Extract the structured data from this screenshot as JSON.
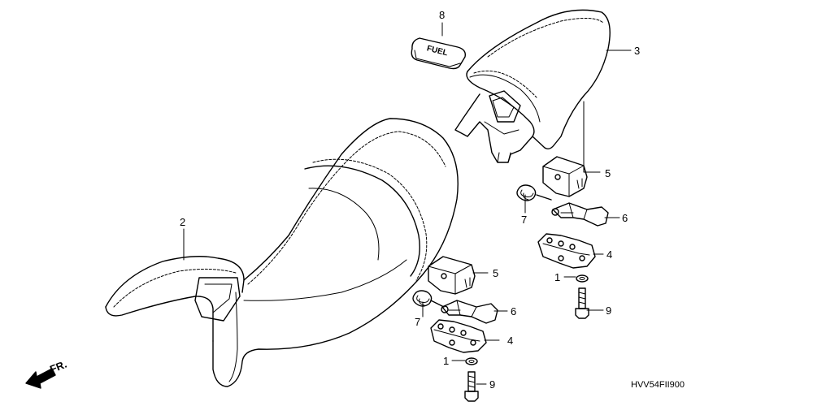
{
  "diagram": {
    "code": "HVV54FII900",
    "direction_label": "FR.",
    "decal_text": "FUEL",
    "callouts": [
      {
        "id": "c8",
        "text": "8"
      },
      {
        "id": "c3",
        "text": "3"
      },
      {
        "id": "c2",
        "text": "2"
      },
      {
        "id": "c5a",
        "text": "5"
      },
      {
        "id": "c7a",
        "text": "7"
      },
      {
        "id": "c6a",
        "text": "6"
      },
      {
        "id": "c4a",
        "text": "4"
      },
      {
        "id": "c1a",
        "text": "1"
      },
      {
        "id": "c9a",
        "text": "9"
      },
      {
        "id": "c5b",
        "text": "5"
      },
      {
        "id": "c7b",
        "text": "7"
      },
      {
        "id": "c6b",
        "text": "6"
      },
      {
        "id": "c4b",
        "text": "4"
      },
      {
        "id": "c1b",
        "text": "1"
      },
      {
        "id": "c9b",
        "text": "9"
      }
    ]
  }
}
